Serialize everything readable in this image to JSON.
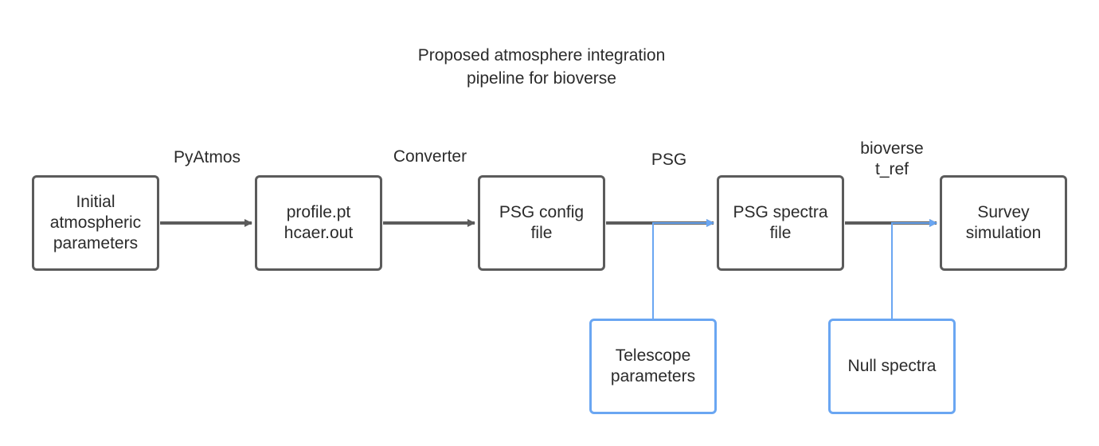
{
  "title": {
    "line1": "Proposed atmosphere integration",
    "line2": "pipeline for bioverse"
  },
  "nodes": {
    "initial": {
      "lines": [
        "Initial",
        "atmospheric",
        "parameters"
      ]
    },
    "profile": {
      "lines": [
        "profile.pt",
        "hcaer.out"
      ]
    },
    "psg_config": {
      "lines": [
        "PSG config",
        "file"
      ]
    },
    "psg_spectra": {
      "lines": [
        "PSG spectra",
        "file"
      ]
    },
    "survey": {
      "lines": [
        "Survey",
        "simulation"
      ]
    },
    "telescope": {
      "lines": [
        "Telescope",
        "parameters"
      ]
    },
    "null_spectra": {
      "lines": [
        "Null spectra"
      ]
    }
  },
  "edges": {
    "pyatmos": "PyAtmos",
    "converter": "Converter",
    "psg": "PSG",
    "bioverse_line1": "bioverse",
    "bioverse_line2": "t_ref"
  },
  "colors": {
    "main_stroke": "#5b5b5b",
    "input_stroke": "#6aa6f2"
  }
}
